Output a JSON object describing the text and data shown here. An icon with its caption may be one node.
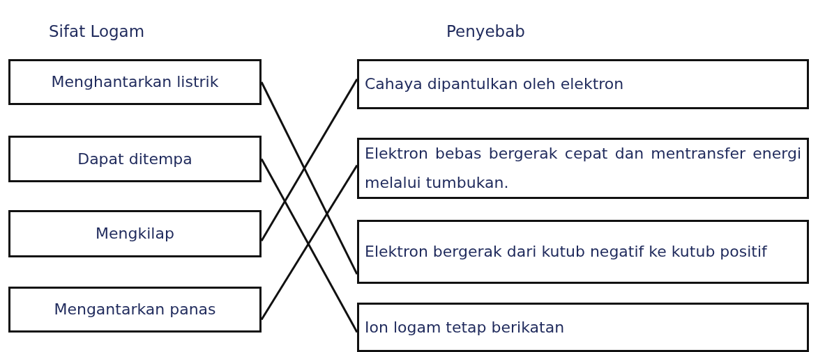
{
  "diagram": {
    "nodes": [
      {
        "text": [
          "Menghantarkan listrik"
        ]
      },
      {
        "text": [
          "Dapat ditempa"
        ]
      },
      {
        "text": [
          "Mengkilap"
        ]
      },
      {
        "text": [
          "Mengantarkan panas"
        ]
      },
      {
        "text": [
          "Cahaya dipantulkan oleh elektron"
        ]
      },
      {
        "text": [
          "Elektron bebas bergerak cepat dan mentransfer energi melalui tumbukan."
        ]
      },
      {
        "text": [
          "Elektron bergerak dari kutub negatif ke kutub positif"
        ]
      },
      {
        "text": [
          "Ion logam tetap berikatan"
        ]
      }
    ],
    "edges": [
      {
        "from": 0,
        "to": 6,
        "arrow": "none"
      },
      {
        "from": 1,
        "to": 7,
        "arrow": "none"
      },
      {
        "from": 2,
        "to": 4,
        "arrow": "none"
      },
      {
        "from": 3,
        "to": 5,
        "arrow": "none"
      }
    ],
    "labels": [
      "Sifat Logam",
      "Penyebab"
    ]
  }
}
